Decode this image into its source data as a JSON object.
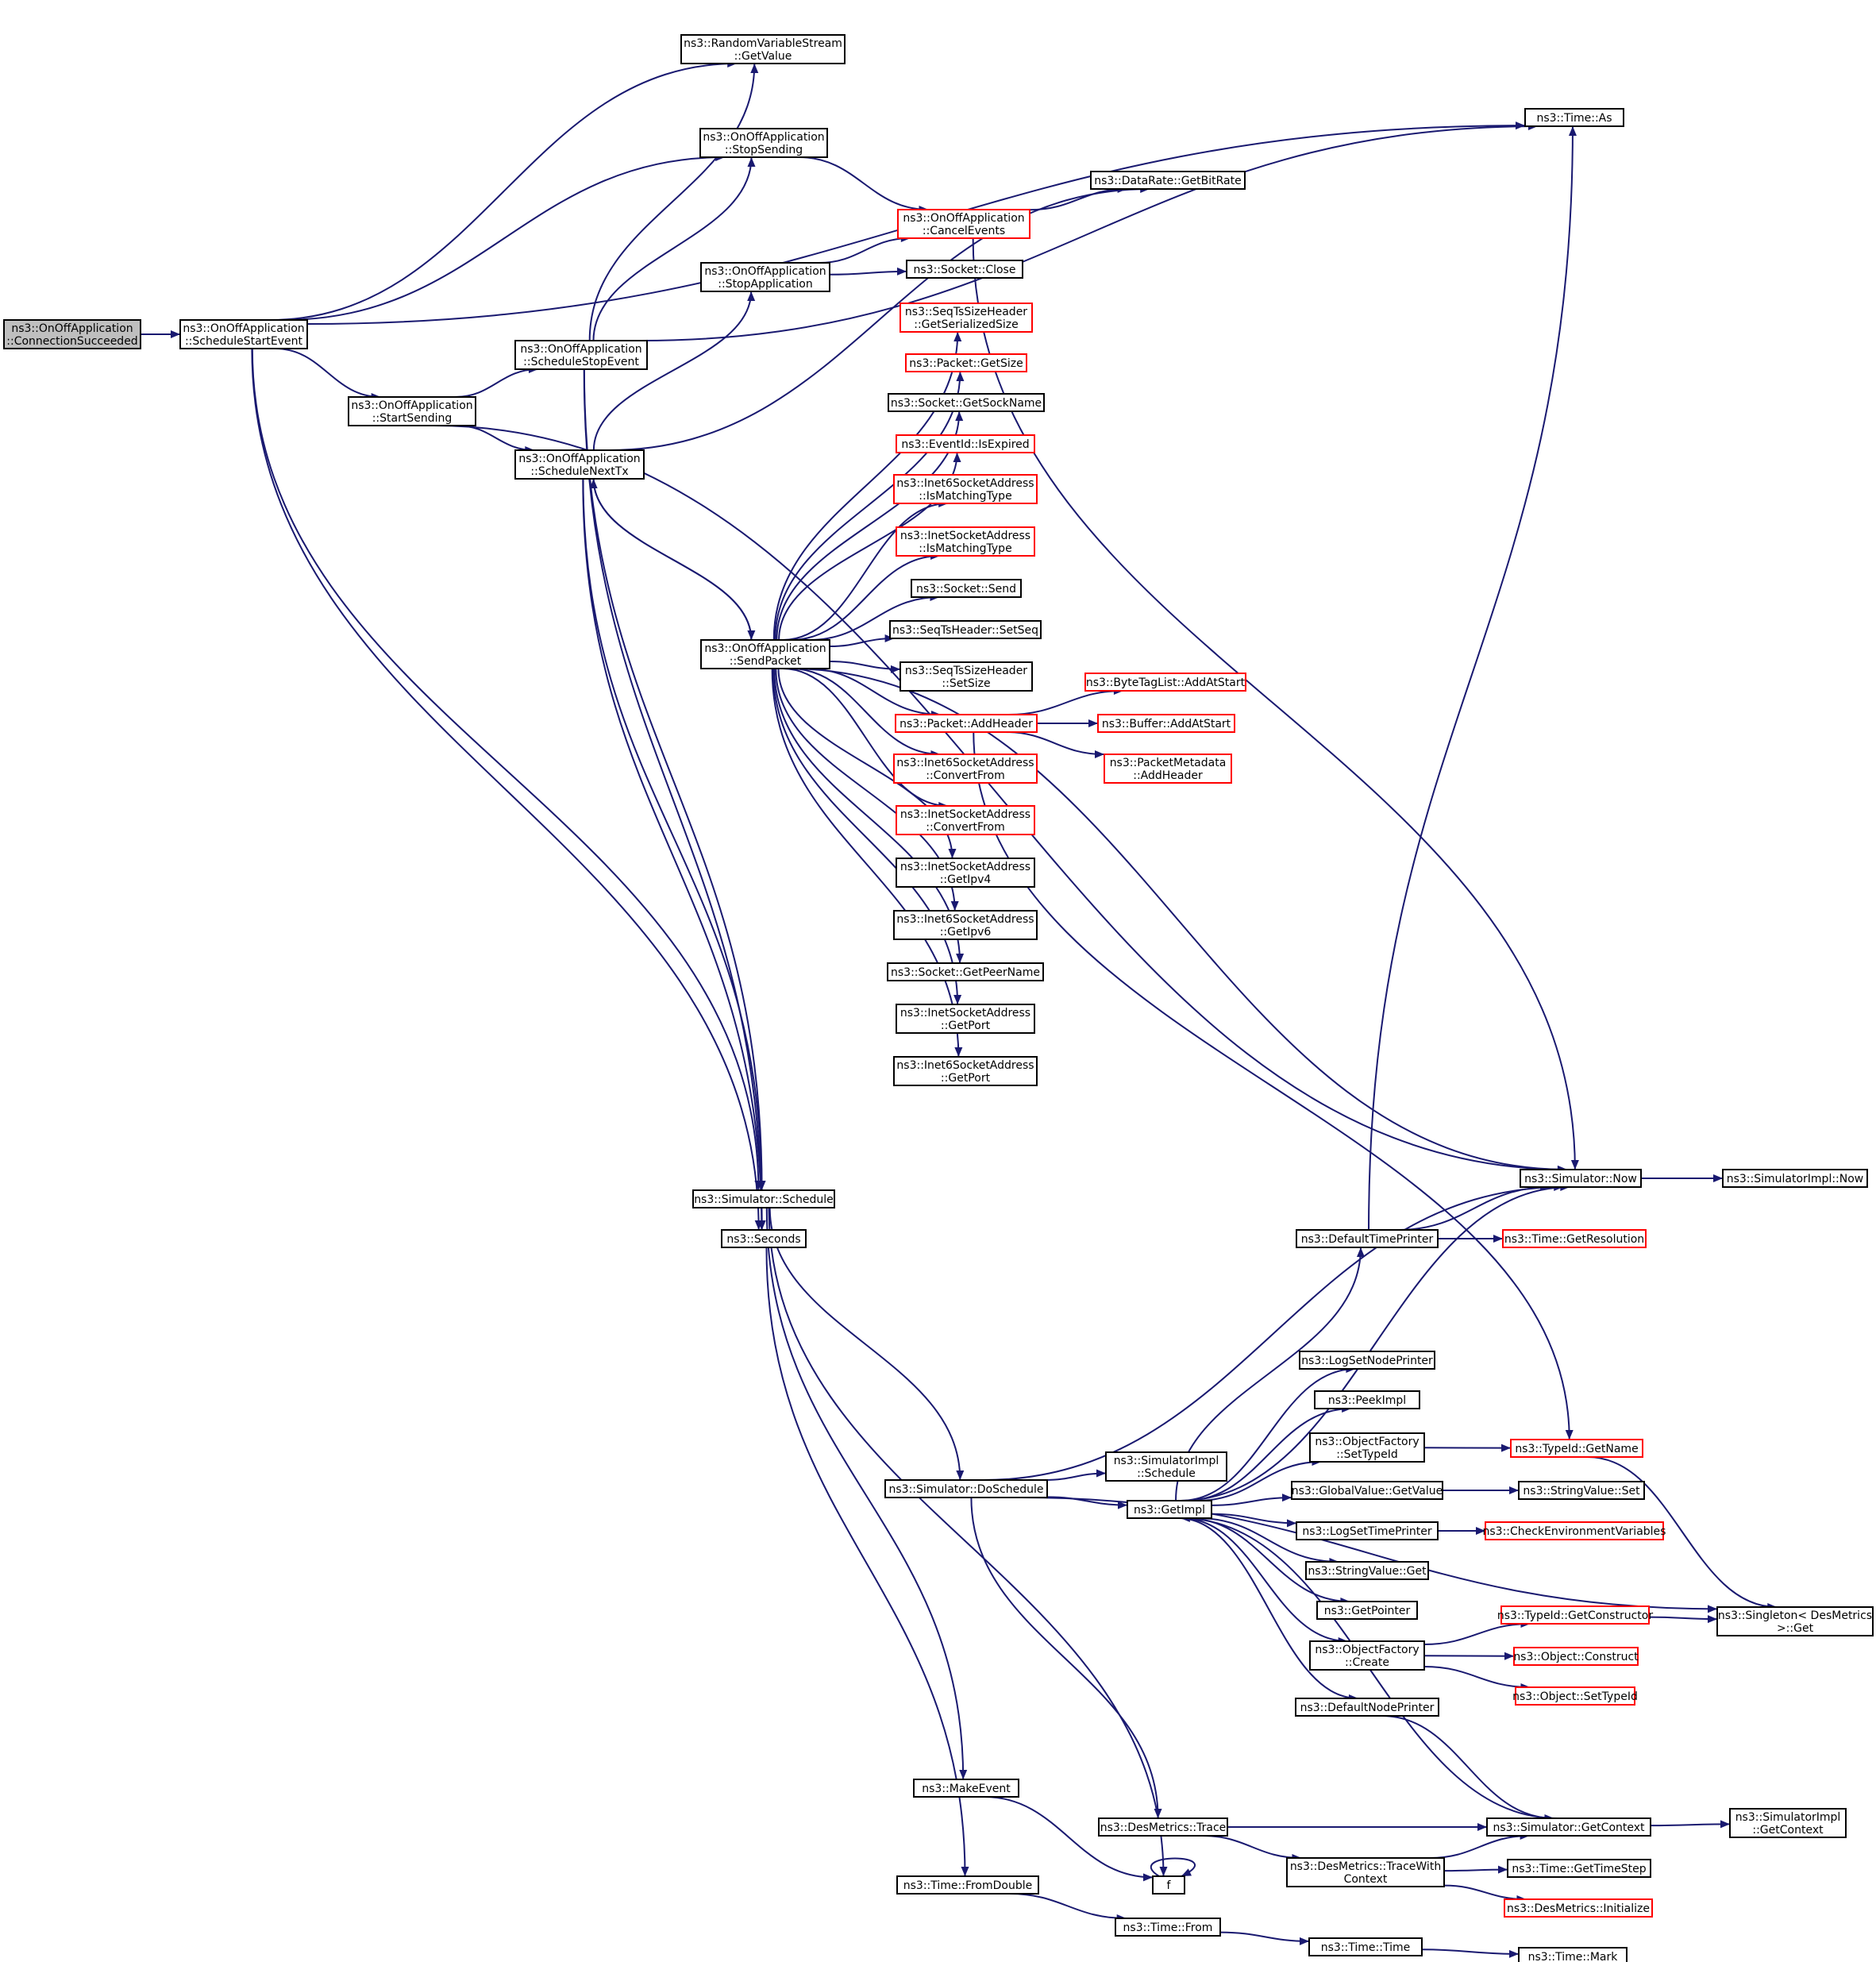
{
  "nodes": [
    {
      "id": "conn",
      "lines": [
        "ns3::OnOffApplication",
        "::ConnectionSucceeded"
      ],
      "style": "start"
    },
    {
      "id": "sse",
      "lines": [
        "ns3::OnOffApplication",
        "::ScheduleStartEvent"
      ]
    },
    {
      "id": "rvs",
      "lines": [
        "ns3::RandomVariableStream",
        "::GetValue"
      ]
    },
    {
      "id": "stopsend",
      "lines": [
        "ns3::OnOffApplication",
        "::StopSending"
      ]
    },
    {
      "id": "timeas",
      "lines": [
        "ns3::Time::As"
      ]
    },
    {
      "id": "getbitrate",
      "lines": [
        "ns3::DataRate::GetBitRate"
      ]
    },
    {
      "id": "cancel",
      "lines": [
        "ns3::OnOffApplication",
        "::CancelEvents"
      ],
      "style": "red"
    },
    {
      "id": "stopapp",
      "lines": [
        "ns3::OnOffApplication",
        "::StopApplication"
      ]
    },
    {
      "id": "sockclose",
      "lines": [
        "ns3::Socket::Close"
      ]
    },
    {
      "id": "sqgss",
      "lines": [
        "ns3::SeqTsSizeHeader",
        "::GetSerializedSize"
      ],
      "style": "red"
    },
    {
      "id": "pktsize",
      "lines": [
        "ns3::Packet::GetSize"
      ],
      "style": "red"
    },
    {
      "id": "socksn",
      "lines": [
        "ns3::Socket::GetSockName"
      ]
    },
    {
      "id": "evexp",
      "lines": [
        "ns3::EventId::IsExpired"
      ],
      "style": "red"
    },
    {
      "id": "i6match",
      "lines": [
        "ns3::Inet6SocketAddress",
        "::IsMatchingType"
      ],
      "style": "red"
    },
    {
      "id": "imatch",
      "lines": [
        "ns3::InetSocketAddress",
        "::IsMatchingType"
      ],
      "style": "red"
    },
    {
      "id": "socksend",
      "lines": [
        "ns3::Socket::Send"
      ]
    },
    {
      "id": "setseq",
      "lines": [
        "ns3::SeqTsHeader::SetSeq"
      ]
    },
    {
      "id": "sqss",
      "lines": [
        "ns3::SeqTsSizeHeader",
        "::SetSize"
      ]
    },
    {
      "id": "addhdr",
      "lines": [
        "ns3::Packet::AddHeader"
      ],
      "style": "red"
    },
    {
      "id": "btl",
      "lines": [
        "ns3::ByteTagList::AddAtStart"
      ],
      "style": "red"
    },
    {
      "id": "bufaas",
      "lines": [
        "ns3::Buffer::AddAtStart"
      ],
      "style": "red"
    },
    {
      "id": "pmah",
      "lines": [
        "ns3::PacketMetadata",
        "::AddHeader"
      ],
      "style": "red"
    },
    {
      "id": "i6conv",
      "lines": [
        "ns3::Inet6SocketAddress",
        "::ConvertFrom"
      ],
      "style": "red"
    },
    {
      "id": "iconv",
      "lines": [
        "ns3::InetSocketAddress",
        "::ConvertFrom"
      ],
      "style": "red"
    },
    {
      "id": "ipv4",
      "lines": [
        "ns3::InetSocketAddress",
        "::GetIpv4"
      ]
    },
    {
      "id": "ipv6",
      "lines": [
        "ns3::Inet6SocketAddress",
        "::GetIpv6"
      ]
    },
    {
      "id": "peer",
      "lines": [
        "ns3::Socket::GetPeerName"
      ]
    },
    {
      "id": "iport",
      "lines": [
        "ns3::InetSocketAddress",
        "::GetPort"
      ]
    },
    {
      "id": "i6port",
      "lines": [
        "ns3::Inet6SocketAddress",
        "::GetPort"
      ]
    },
    {
      "id": "startsend",
      "lines": [
        "ns3::OnOffApplication",
        "::StartSending"
      ]
    },
    {
      "id": "sstop",
      "lines": [
        "ns3::OnOffApplication",
        "::ScheduleStopEvent"
      ]
    },
    {
      "id": "snext",
      "lines": [
        "ns3::OnOffApplication",
        "::ScheduleNextTx"
      ]
    },
    {
      "id": "sendpkt",
      "lines": [
        "ns3::OnOffApplication",
        "::SendPacket"
      ]
    },
    {
      "id": "simnow",
      "lines": [
        "ns3::Simulator::Now"
      ]
    },
    {
      "id": "simimplnow",
      "lines": [
        "ns3::SimulatorImpl::Now"
      ]
    },
    {
      "id": "simsched",
      "lines": [
        "ns3::Simulator::Schedule"
      ]
    },
    {
      "id": "seconds",
      "lines": [
        "ns3::Seconds"
      ]
    },
    {
      "id": "dtp",
      "lines": [
        "ns3::DefaultTimePrinter"
      ]
    },
    {
      "id": "getres",
      "lines": [
        "ns3::Time::GetResolution"
      ],
      "style": "red"
    },
    {
      "id": "lsnp",
      "lines": [
        "ns3::LogSetNodePrinter"
      ]
    },
    {
      "id": "peekimpl",
      "lines": [
        "ns3::PeekImpl"
      ]
    },
    {
      "id": "ofsti",
      "lines": [
        "ns3::ObjectFactory",
        "::SetTypeId"
      ]
    },
    {
      "id": "tiname",
      "lines": [
        "ns3::TypeId::GetName"
      ],
      "style": "red"
    },
    {
      "id": "simimplsched",
      "lines": [
        "ns3::SimulatorImpl",
        "::Schedule"
      ]
    },
    {
      "id": "dosched",
      "lines": [
        "ns3::Simulator::DoSchedule"
      ]
    },
    {
      "id": "getimpl",
      "lines": [
        "ns3::GetImpl"
      ]
    },
    {
      "id": "gvget",
      "lines": [
        "ns3::GlobalValue::GetValue"
      ]
    },
    {
      "id": "svset",
      "lines": [
        "ns3::StringValue::Set"
      ]
    },
    {
      "id": "lstp",
      "lines": [
        "ns3::LogSetTimePrinter"
      ]
    },
    {
      "id": "cev",
      "lines": [
        "ns3::CheckEnvironmentVariables"
      ],
      "style": "red"
    },
    {
      "id": "svget",
      "lines": [
        "ns3::StringValue::Get"
      ]
    },
    {
      "id": "getptr",
      "lines": [
        "ns3::GetPointer"
      ]
    },
    {
      "id": "tigc",
      "lines": [
        "ns3::TypeId::GetConstructor"
      ],
      "style": "red"
    },
    {
      "id": "singleton",
      "lines": [
        "ns3::Singleton< DesMetrics",
        "  >::Get"
      ]
    },
    {
      "id": "ofcreate",
      "lines": [
        "ns3::ObjectFactory",
        "::Create"
      ]
    },
    {
      "id": "objconstruct",
      "lines": [
        "ns3::Object::Construct"
      ],
      "style": "red"
    },
    {
      "id": "objsti",
      "lines": [
        "ns3::Object::SetTypeId"
      ],
      "style": "red"
    },
    {
      "id": "dnp",
      "lines": [
        "ns3::DefaultNodePrinter"
      ]
    },
    {
      "id": "makeevent",
      "lines": [
        "ns3::MakeEvent"
      ]
    },
    {
      "id": "dmtrace",
      "lines": [
        "ns3::DesMetrics::Trace"
      ]
    },
    {
      "id": "simgetctx",
      "lines": [
        "ns3::Simulator::GetContext"
      ]
    },
    {
      "id": "simimplgetctx",
      "lines": [
        "ns3::SimulatorImpl",
        "::GetContext"
      ]
    },
    {
      "id": "f",
      "lines": [
        "f"
      ]
    },
    {
      "id": "dmtwc",
      "lines": [
        "ns3::DesMetrics::TraceWith",
        "Context"
      ]
    },
    {
      "id": "gettimestep",
      "lines": [
        "ns3::Time::GetTimeStep"
      ]
    },
    {
      "id": "dminit",
      "lines": [
        "ns3::DesMetrics::Initialize"
      ],
      "style": "red"
    },
    {
      "id": "fromdouble",
      "lines": [
        "ns3::Time::FromDouble"
      ]
    },
    {
      "id": "timefrom",
      "lines": [
        "ns3::Time::From"
      ]
    },
    {
      "id": "timetime",
      "lines": [
        "ns3::Time::Time"
      ]
    },
    {
      "id": "timemark",
      "lines": [
        "ns3::Time::Mark"
      ]
    }
  ],
  "edges": [
    [
      "conn",
      "sse"
    ],
    [
      "sse",
      "timeas"
    ],
    [
      "sse",
      "rvs"
    ],
    [
      "sse",
      "stopsend"
    ],
    [
      "sse",
      "startsend"
    ],
    [
      "sse",
      "simsched"
    ],
    [
      "sse",
      "seconds"
    ],
    [
      "startsend",
      "sstop"
    ],
    [
      "startsend",
      "snext"
    ],
    [
      "startsend",
      "simnow"
    ],
    [
      "sstop",
      "rvs"
    ],
    [
      "sstop",
      "stopsend"
    ],
    [
      "sstop",
      "timeas"
    ],
    [
      "sstop",
      "simsched"
    ],
    [
      "sstop",
      "seconds"
    ],
    [
      "snext",
      "getbitrate"
    ],
    [
      "snext",
      "stopapp"
    ],
    [
      "snext",
      "sendpkt"
    ],
    [
      "snext",
      "simsched"
    ],
    [
      "snext",
      "seconds"
    ],
    [
      "stopsend",
      "cancel"
    ],
    [
      "stopapp",
      "cancel"
    ],
    [
      "stopapp",
      "sockclose"
    ],
    [
      "cancel",
      "getbitrate"
    ],
    [
      "cancel",
      "simnow"
    ],
    [
      "sendpkt",
      "sqgss"
    ],
    [
      "sendpkt",
      "pktsize"
    ],
    [
      "sendpkt",
      "socksn"
    ],
    [
      "sendpkt",
      "evexp"
    ],
    [
      "sendpkt",
      "i6match"
    ],
    [
      "sendpkt",
      "imatch"
    ],
    [
      "sendpkt",
      "socksend"
    ],
    [
      "sendpkt",
      "setseq"
    ],
    [
      "sendpkt",
      "sqss"
    ],
    [
      "sendpkt",
      "addhdr"
    ],
    [
      "sendpkt",
      "i6conv"
    ],
    [
      "sendpkt",
      "iconv"
    ],
    [
      "sendpkt",
      "ipv4"
    ],
    [
      "sendpkt",
      "ipv6"
    ],
    [
      "sendpkt",
      "peer"
    ],
    [
      "sendpkt",
      "iport"
    ],
    [
      "sendpkt",
      "i6port"
    ],
    [
      "sendpkt",
      "simnow"
    ],
    [
      "sendpkt",
      "snext"
    ],
    [
      "addhdr",
      "btl"
    ],
    [
      "addhdr",
      "bufaas"
    ],
    [
      "addhdr",
      "pmah"
    ],
    [
      "addhdr",
      "tiname"
    ],
    [
      "simnow",
      "simimplnow"
    ],
    [
      "simsched",
      "dosched"
    ],
    [
      "simsched",
      "makeevent"
    ],
    [
      "simsched",
      "f"
    ],
    [
      "seconds",
      "fromdouble"
    ],
    [
      "dtp",
      "simnow"
    ],
    [
      "dtp",
      "getres"
    ],
    [
      "dtp",
      "timeas"
    ],
    [
      "dosched",
      "simimplsched"
    ],
    [
      "dosched",
      "getimpl"
    ],
    [
      "dosched",
      "simnow"
    ],
    [
      "dosched",
      "dmtrace"
    ],
    [
      "dosched",
      "singleton"
    ],
    [
      "getimpl",
      "dtp"
    ],
    [
      "getimpl",
      "lsnp"
    ],
    [
      "getimpl",
      "peekimpl"
    ],
    [
      "getimpl",
      "ofsti"
    ],
    [
      "getimpl",
      "gvget"
    ],
    [
      "getimpl",
      "lstp"
    ],
    [
      "getimpl",
      "svget"
    ],
    [
      "getimpl",
      "getptr"
    ],
    [
      "getimpl",
      "ofcreate"
    ],
    [
      "getimpl",
      "dnp"
    ],
    [
      "getimpl",
      "simnow"
    ],
    [
      "ofsti",
      "tiname"
    ],
    [
      "tiname",
      "singleton"
    ],
    [
      "gvget",
      "svset"
    ],
    [
      "lstp",
      "cev"
    ],
    [
      "ofcreate",
      "tigc"
    ],
    [
      "ofcreate",
      "objconstruct"
    ],
    [
      "ofcreate",
      "objsti"
    ],
    [
      "tigc",
      "singleton"
    ],
    [
      "dnp",
      "simgetctx"
    ],
    [
      "simgetctx",
      "getimpl"
    ],
    [
      "simgetctx",
      "simimplgetctx"
    ],
    [
      "makeevent",
      "f"
    ],
    [
      "f",
      "f"
    ],
    [
      "dmtrace",
      "simgetctx"
    ],
    [
      "dmtrace",
      "dmtwc"
    ],
    [
      "dmtwc",
      "simgetctx"
    ],
    [
      "dmtwc",
      "gettimestep"
    ],
    [
      "dmtwc",
      "dminit"
    ],
    [
      "fromdouble",
      "timefrom"
    ],
    [
      "timefrom",
      "timetime"
    ],
    [
      "timetime",
      "timemark"
    ]
  ]
}
